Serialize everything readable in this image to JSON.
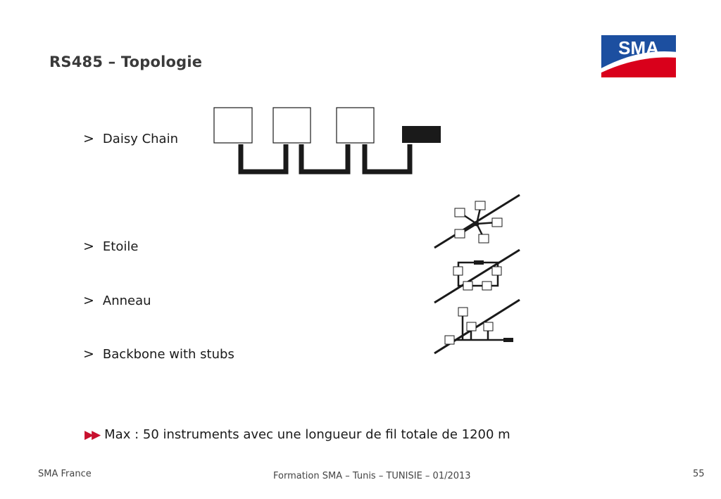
{
  "slide": {
    "title": "RS485 – Topologie",
    "brand": "SMA",
    "brand_colors": {
      "blue": "#1c4fa0",
      "red": "#d9001b"
    }
  },
  "bullets": [
    {
      "marker": ">",
      "label": "Daisy Chain"
    },
    {
      "marker": ">",
      "label": "Etoile"
    },
    {
      "marker": ">",
      "label": "Anneau"
    },
    {
      "marker": ">",
      "label": "Backbone with stubs"
    }
  ],
  "note": {
    "icon": "double-arrow-icon",
    "text": "Max : 50 instruments avec une longueur de fil totale de 1200 m"
  },
  "footer": {
    "left": "SMA France",
    "center": "Formation SMA – Tunis – TUNISIE – 01/2013",
    "page": "55"
  }
}
